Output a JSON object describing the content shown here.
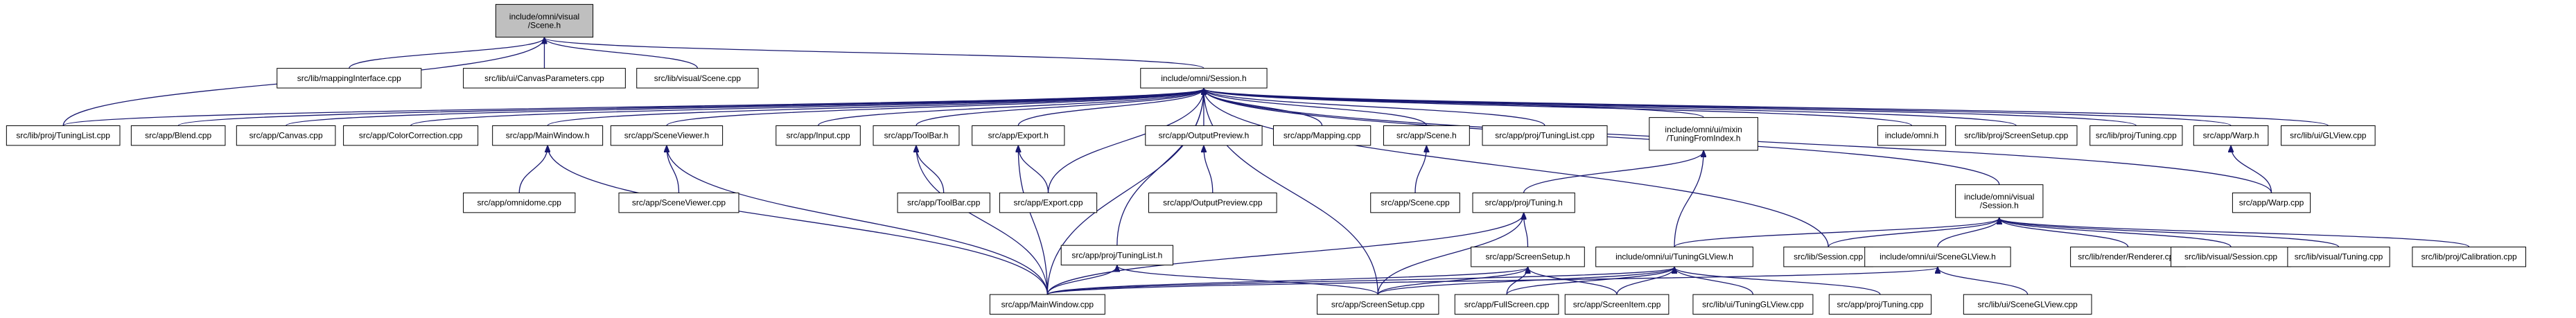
{
  "nodes": [
    {
      "id": "scene_h",
      "lines": [
        "include/omni/visual",
        "/Scene.h"
      ],
      "focus": true
    },
    {
      "id": "mapping_interface_cpp",
      "lines": [
        "src/lib/mappingInterface.cpp"
      ]
    },
    {
      "id": "canvas_parameters_cpp",
      "lines": [
        "src/lib/ui/CanvasParameters.cpp"
      ]
    },
    {
      "id": "visual_scene_cpp",
      "lines": [
        "src/lib/visual/Scene.cpp"
      ]
    },
    {
      "id": "session_h",
      "lines": [
        "include/omni/Session.h"
      ]
    },
    {
      "id": "proj_tuninglist_cpp",
      "lines": [
        "src/lib/proj/TuningList.cpp"
      ]
    },
    {
      "id": "blend_cpp",
      "lines": [
        "src/app/Blend.cpp"
      ]
    },
    {
      "id": "canvas_cpp",
      "lines": [
        "src/app/Canvas.cpp"
      ]
    },
    {
      "id": "colorcorrection_cpp",
      "lines": [
        "src/app/ColorCorrection.cpp"
      ]
    },
    {
      "id": "mainwindow_h",
      "lines": [
        "src/app/MainWindow.h"
      ]
    },
    {
      "id": "sceneviewer_h",
      "lines": [
        "src/app/SceneViewer.h"
      ]
    },
    {
      "id": "input_cpp",
      "lines": [
        "src/app/Input.cpp"
      ]
    },
    {
      "id": "toolbar_h",
      "lines": [
        "src/app/ToolBar.h"
      ]
    },
    {
      "id": "export_h",
      "lines": [
        "src/app/Export.h"
      ]
    },
    {
      "id": "outputpreview_h",
      "lines": [
        "src/app/OutputPreview.h"
      ]
    },
    {
      "id": "mapping_cpp",
      "lines": [
        "src/app/Mapping.cpp"
      ]
    },
    {
      "id": "app_scene_h",
      "lines": [
        "src/app/Scene.h"
      ]
    },
    {
      "id": "app_tuninglist_cpp",
      "lines": [
        "src/app/proj/TuningList.cpp"
      ]
    },
    {
      "id": "tuningfromindex_h",
      "lines": [
        "include/omni/ui/mixin",
        "/TuningFromIndex.h"
      ]
    },
    {
      "id": "omni_h",
      "lines": [
        "include/omni.h"
      ]
    },
    {
      "id": "lib_screensetup_cpp",
      "lines": [
        "src/lib/proj/ScreenSetup.cpp"
      ]
    },
    {
      "id": "lib_tuning_cpp",
      "lines": [
        "src/lib/proj/Tuning.cpp"
      ]
    },
    {
      "id": "warp_h",
      "lines": [
        "src/app/Warp.h"
      ]
    },
    {
      "id": "glview_cpp",
      "lines": [
        "src/lib/ui/GLView.cpp"
      ]
    },
    {
      "id": "omnidome_cpp",
      "lines": [
        "src/app/omnidome.cpp"
      ]
    },
    {
      "id": "sceneviewer_cpp",
      "lines": [
        "src/app/SceneViewer.cpp"
      ]
    },
    {
      "id": "toolbar_cpp",
      "lines": [
        "src/app/ToolBar.cpp"
      ]
    },
    {
      "id": "export_cpp",
      "lines": [
        "src/app/Export.cpp"
      ]
    },
    {
      "id": "outputpreview_cpp",
      "lines": [
        "src/app/OutputPreview.cpp"
      ]
    },
    {
      "id": "app_scene_cpp",
      "lines": [
        "src/app/Scene.cpp"
      ]
    },
    {
      "id": "warp_cpp",
      "lines": [
        "src/app/Warp.cpp"
      ]
    },
    {
      "id": "visual_session_h",
      "lines": [
        "include/omni/visual",
        "/Session.h"
      ]
    },
    {
      "id": "app_tuning_h",
      "lines": [
        "src/app/proj/Tuning.h"
      ]
    },
    {
      "id": "app_tuninglist_h",
      "lines": [
        "src/app/proj/TuningList.h"
      ]
    },
    {
      "id": "screensetup_h",
      "lines": [
        "src/app/ScreenSetup.h"
      ]
    },
    {
      "id": "tuningglview_h",
      "lines": [
        "include/omni/ui/TuningGLView.h"
      ]
    },
    {
      "id": "lib_session_cpp",
      "lines": [
        "src/lib/Session.cpp"
      ]
    },
    {
      "id": "sceneglview_h",
      "lines": [
        "include/omni/ui/SceneGLView.h"
      ]
    },
    {
      "id": "renderer_cpp",
      "lines": [
        "src/lib/render/Renderer.cpp"
      ]
    },
    {
      "id": "visual_session_cpp",
      "lines": [
        "src/lib/visual/Session.cpp"
      ]
    },
    {
      "id": "visual_tuning_cpp",
      "lines": [
        "src/lib/visual/Tuning.cpp"
      ]
    },
    {
      "id": "calibration_cpp",
      "lines": [
        "src/lib/proj/Calibration.cpp"
      ]
    },
    {
      "id": "mainwindow_cpp",
      "lines": [
        "src/app/MainWindow.cpp"
      ]
    },
    {
      "id": "app_screensetup_cpp",
      "lines": [
        "src/app/ScreenSetup.cpp"
      ]
    },
    {
      "id": "fullscreen_cpp",
      "lines": [
        "src/app/FullScreen.cpp"
      ]
    },
    {
      "id": "screenitem_cpp",
      "lines": [
        "src/app/ScreenItem.cpp"
      ]
    },
    {
      "id": "tuningglview_cpp",
      "lines": [
        "src/lib/ui/TuningGLView.cpp"
      ]
    },
    {
      "id": "app_tuning_cpp",
      "lines": [
        "src/app/proj/Tuning.cpp"
      ]
    },
    {
      "id": "sceneglview_cpp",
      "lines": [
        "src/lib/ui/SceneGLView.cpp"
      ]
    }
  ],
  "edges": [
    [
      "mapping_interface_cpp",
      "scene_h"
    ],
    [
      "canvas_parameters_cpp",
      "scene_h"
    ],
    [
      "visual_scene_cpp",
      "scene_h"
    ],
    [
      "session_h",
      "scene_h"
    ],
    [
      "proj_tuninglist_cpp",
      "scene_h"
    ],
    [
      "proj_tuninglist_cpp",
      "session_h"
    ],
    [
      "blend_cpp",
      "session_h"
    ],
    [
      "canvas_cpp",
      "session_h"
    ],
    [
      "colorcorrection_cpp",
      "session_h"
    ],
    [
      "mainwindow_h",
      "session_h"
    ],
    [
      "sceneviewer_h",
      "session_h"
    ],
    [
      "input_cpp",
      "session_h"
    ],
    [
      "toolbar_h",
      "session_h"
    ],
    [
      "export_h",
      "session_h"
    ],
    [
      "outputpreview_h",
      "session_h"
    ],
    [
      "mapping_cpp",
      "session_h"
    ],
    [
      "app_scene_h",
      "session_h"
    ],
    [
      "app_tuninglist_cpp",
      "session_h"
    ],
    [
      "tuningfromindex_h",
      "session_h"
    ],
    [
      "omni_h",
      "session_h"
    ],
    [
      "lib_screensetup_cpp",
      "session_h"
    ],
    [
      "lib_tuning_cpp",
      "session_h"
    ],
    [
      "warp_h",
      "session_h"
    ],
    [
      "glview_cpp",
      "session_h"
    ],
    [
      "visual_session_h",
      "session_h"
    ],
    [
      "export_cpp",
      "session_h"
    ],
    [
      "warp_cpp",
      "session_h"
    ],
    [
      "app_tuninglist_h",
      "session_h"
    ],
    [
      "lib_session_cpp",
      "session_h"
    ],
    [
      "mainwindow_cpp",
      "session_h"
    ],
    [
      "app_screensetup_cpp",
      "session_h"
    ],
    [
      "omnidome_cpp",
      "mainwindow_h"
    ],
    [
      "mainwindow_cpp",
      "mainwindow_h"
    ],
    [
      "sceneviewer_cpp",
      "sceneviewer_h"
    ],
    [
      "mainwindow_cpp",
      "sceneviewer_h"
    ],
    [
      "toolbar_cpp",
      "toolbar_h"
    ],
    [
      "mainwindow_cpp",
      "toolbar_h"
    ],
    [
      "export_cpp",
      "export_h"
    ],
    [
      "mainwindow_cpp",
      "export_h"
    ],
    [
      "outputpreview_cpp",
      "outputpreview_h"
    ],
    [
      "app_scene_cpp",
      "app_scene_h"
    ],
    [
      "warp_cpp",
      "warp_h"
    ],
    [
      "app_tuning_h",
      "tuningfromindex_h"
    ],
    [
      "tuningglview_h",
      "tuningfromindex_h"
    ],
    [
      "mainwindow_cpp",
      "app_tuning_h"
    ],
    [
      "app_screensetup_cpp",
      "app_tuning_h"
    ],
    [
      "screensetup_h",
      "app_tuning_h"
    ],
    [
      "mainwindow_cpp",
      "app_tuninglist_h"
    ],
    [
      "app_screensetup_cpp",
      "app_tuninglist_h"
    ],
    [
      "mainwindow_cpp",
      "screensetup_h"
    ],
    [
      "app_screensetup_cpp",
      "screensetup_h"
    ],
    [
      "fullscreen_cpp",
      "screensetup_h"
    ],
    [
      "screenitem_cpp",
      "screensetup_h"
    ],
    [
      "mainwindow_cpp",
      "tuningglview_h"
    ],
    [
      "app_screensetup_cpp",
      "tuningglview_h"
    ],
    [
      "fullscreen_cpp",
      "tuningglview_h"
    ],
    [
      "screenitem_cpp",
      "tuningglview_h"
    ],
    [
      "tuningglview_cpp",
      "tuningglview_h"
    ],
    [
      "app_tuning_cpp",
      "tuningglview_h"
    ],
    [
      "tuningglview_h",
      "visual_session_h"
    ],
    [
      "lib_session_cpp",
      "visual_session_h"
    ],
    [
      "sceneglview_h",
      "visual_session_h"
    ],
    [
      "renderer_cpp",
      "visual_session_h"
    ],
    [
      "visual_session_cpp",
      "visual_session_h"
    ],
    [
      "visual_tuning_cpp",
      "visual_session_h"
    ],
    [
      "calibration_cpp",
      "visual_session_h"
    ],
    [
      "mainwindow_cpp",
      "sceneglview_h"
    ],
    [
      "sceneglview_cpp",
      "sceneglview_h"
    ]
  ]
}
